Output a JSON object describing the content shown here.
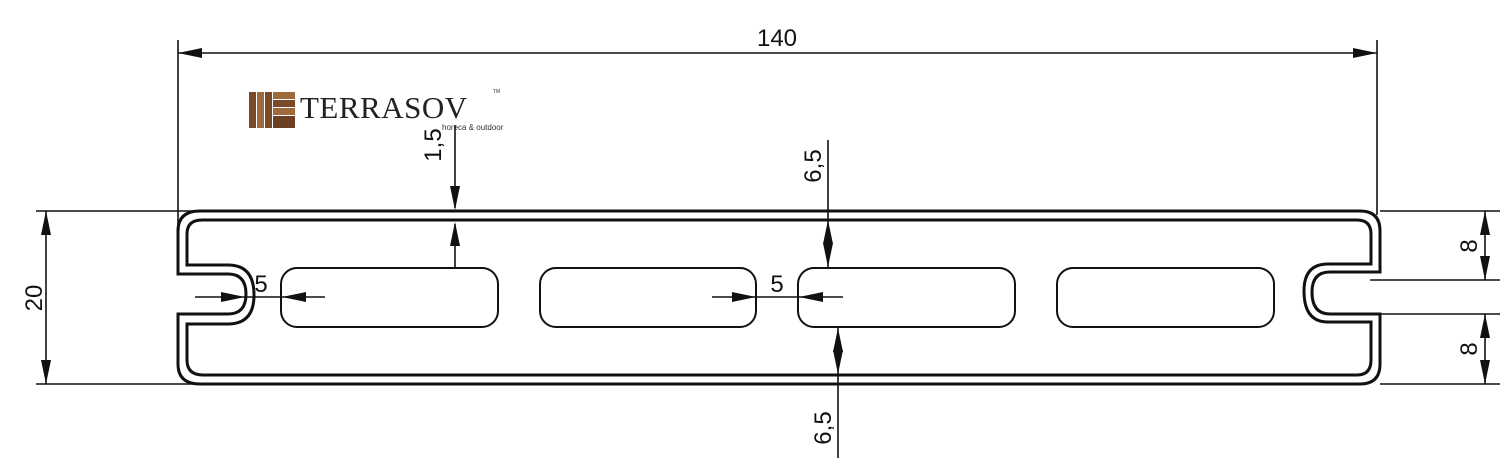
{
  "logo": {
    "name": "TERRASOV",
    "tagline": "horeca & outdoor",
    "trademark": "TM",
    "colors": {
      "wood": "#7a4a28",
      "wood_light": "#a0693c"
    }
  },
  "dimensions": {
    "overall_width": "140",
    "overall_height": "20",
    "top_wall": "1,5",
    "center_top": "6,5",
    "center_bottom": "6,5",
    "groove_depth_left": "5",
    "web_width": "5",
    "groove_offset_top": "8",
    "groove_offset_bottom": "8"
  },
  "colors": {
    "profile_stroke": "#111111",
    "dimension_line": "#111111"
  }
}
